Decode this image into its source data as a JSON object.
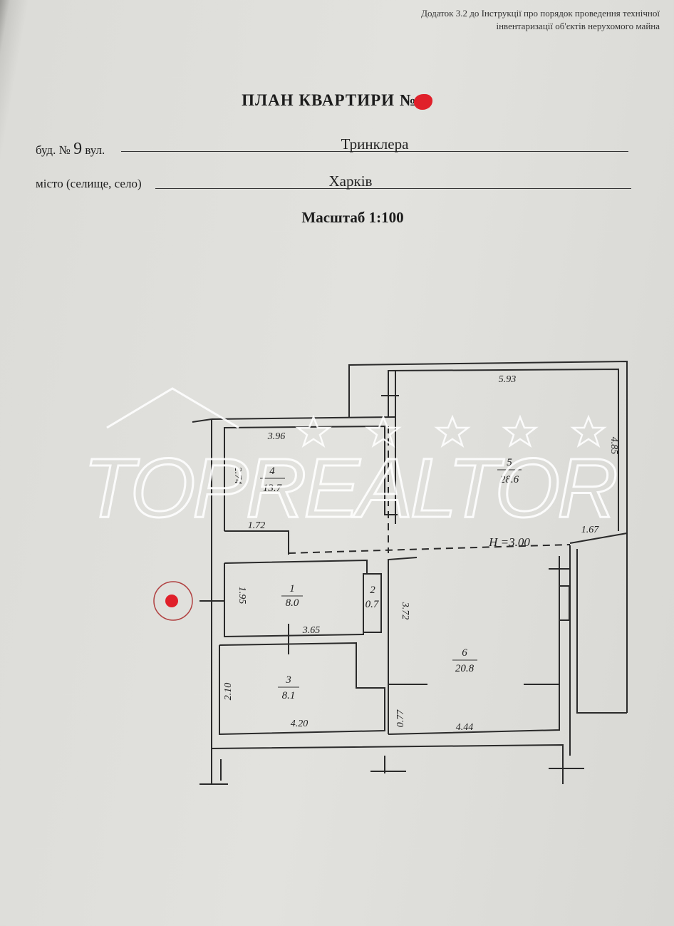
{
  "header": {
    "appendix_line1": "Додаток 3.2 до Інструкції про порядок проведення технічної",
    "appendix_line2": "інвентаризації об'єктів нерухомого майна"
  },
  "title": "ПЛАН КВАРТИРИ №",
  "address": {
    "building_label": "буд. №",
    "building_number": "9",
    "street_label": "вул.",
    "street": "Тринклера",
    "city_label": "місто (селище, село)",
    "city": "Харків"
  },
  "scale": "Масштаб 1:100",
  "plan": {
    "ceiling_height": "H =3.00",
    "rooms": [
      {
        "number": "1",
        "area": "8.0"
      },
      {
        "number": "2",
        "area": "0.7"
      },
      {
        "number": "3",
        "area": "8.1"
      },
      {
        "number": "4",
        "area": "13.7"
      },
      {
        "number": "5",
        "area": "28.6"
      },
      {
        "number": "6",
        "area": "20.8"
      }
    ],
    "dimensions": [
      "5.93",
      "4.85",
      "3.96",
      "2.74",
      "1.72",
      "1.67",
      "1.95",
      "3.65",
      "3.72",
      "2.10",
      "4.20",
      "0.77",
      "4.44"
    ]
  },
  "watermark": "TOPREALTOR",
  "colors": {
    "stamp_red": "#e0202a",
    "paper": "#dcdcd8",
    "ink": "#2a2a2a"
  }
}
